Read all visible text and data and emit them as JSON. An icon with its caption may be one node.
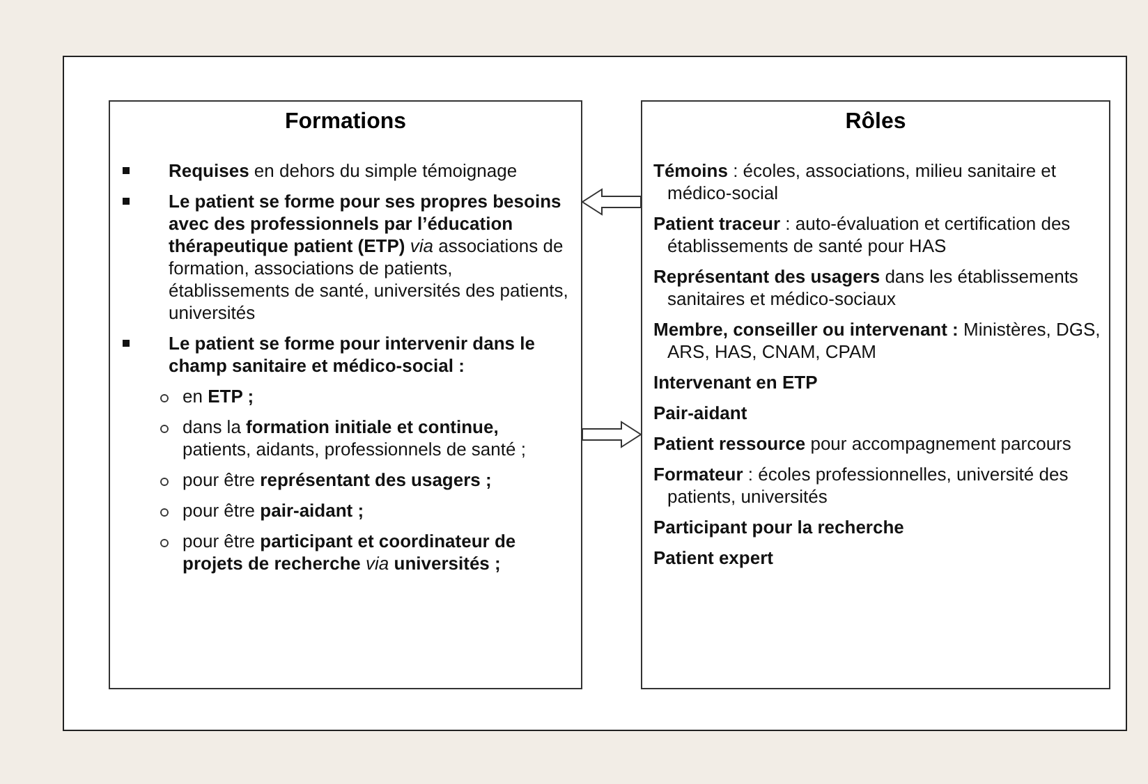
{
  "diagram": {
    "nodes": [
      {
        "text": [
          "Formations",
          "**Requises** en dehors du simple témoignage",
          "**Le patient se forme pour ses propres besoins avec des professionnels par l’éducation thérapeutique patient (ETP)** *via* associations de formation, associations de patients, établissements de santé, universités des patients, universités",
          "Le patient se forme pour intervenir dans le champ sanitaire et médico-social :",
          "en **ETP ;**",
          "dans la **formation initiale et continue,** patients, aidants, professionnels de santé ;",
          "pour être **représentant des usagers ;**",
          "pour être **pair-aidant ;**",
          "pour être **participant et coordinateur de projets de recherche** *via* **universités ;**"
        ]
      },
      {
        "text": [
          "Rôles",
          "**Témoins** : écoles, associations, milieu sanitaire et médico-social",
          "**Patient traceur** : auto-évaluation et certification des établissements de santé pour HAS",
          "**Représentant des usagers** dans les établissements sanitaires et médico-sociaux",
          "**Membre, conseiller ou intervenant :** Ministères, DGS, ARS, HAS, CNAM, CPAM",
          "Intervenant en ETP",
          "Pair-aidant",
          "**Patient ressource** pour accompagnement parcours",
          "**Formateur** : écoles professionnelles, université des patients, universités",
          "Participant pour la recherche",
          "Patient expert"
        ]
      }
    ],
    "edges": [
      {
        "from": 1,
        "to": 0,
        "arrow": "to"
      },
      {
        "from": 0,
        "to": 1,
        "arrow": "to"
      }
    ]
  }
}
